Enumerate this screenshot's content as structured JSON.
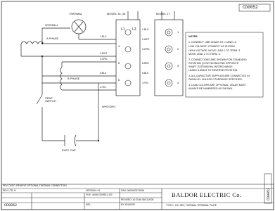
{
  "corner_id": "CD0052",
  "corner_id_rotated": "CD0052",
  "labels": {
    "thermal": "THERMAL",
    "wht_blu": "WHT/BLU",
    "a_phase": "A PHASE",
    "b_phase": "B PHASE",
    "cent_switch": "CENT\nSWITCH",
    "wht_org": "WHT/ORG",
    "elec_cap": "ELEC CAP",
    "model_left": "MODEL 34, 35",
    "model_right": "MODEL 17",
    "L1": "L1",
    "L2": "L2"
  },
  "left_leads": [
    "1-BLU",
    "2-WHT",
    "3-ORG",
    "5-BLK",
    "4-YEL"
  ],
  "left_numbers": [
    "4",
    "5",
    "6"
  ],
  "right_leads": [
    "1-BLU",
    "2-WHT",
    "3-ORG",
    "8-RED",
    "5-BLK",
    "4-YEL"
  ],
  "right_numbers": [
    "1",
    "2",
    "3",
    "4"
  ],
  "notes": {
    "title": "NOTES:",
    "items": [
      "1. CONNECT LINE LEADS TO L1 AND L2.",
      "   LOW VOLTAGE: CONNECT AS SHOWN.",
      "   HIGH VOLTAGE: MOVE LEAD J TO TERM. 3.",
      "                 MOVE LEAD 2 TO TERM. 4.",
      "2. CONNECTIONS ARE SHOWN FOR STANDARD",
      "   ROTATION (CCW FACING END OPPOSITE",
      "   SHAFT EXTENSION). INTERCHANGE",
      "   LEADS 5 AND 8 TO REVERSE ROTATION.",
      "3. ALL CAPACITOR SUPPLIES ARE CONNECTED IN",
      "   PARALLEL UNLESS OTHERWISE SPECIFIED.",
      "4. LEAD COLORS ARE OPTIONAL. LEADS MUST",
      "   ALWAYS BE NUMBERED AS SHOWN."
    ]
  },
  "title_block": {
    "rev_desc": "REV. DESC: REMOVE OPTIONAL THERMAL CONNECTION",
    "rev_ltr": "REV. LTR: H",
    "version": "VERSION: 01",
    "file": "FILE: \\AXA\\CD0052.L100",
    "mfl": "MFL: -",
    "ssn": "SSN: 000000037303N",
    "revised": "REVISED: 10:20:46 08/11/2005",
    "by": "BY: ENJ0009",
    "company": "BALDOR ELECTRIC Co.",
    "subtitle": "TYPE L, DX, REV, THERMAL TERMINAL PLATE",
    "drawing_no": "CD0052"
  }
}
